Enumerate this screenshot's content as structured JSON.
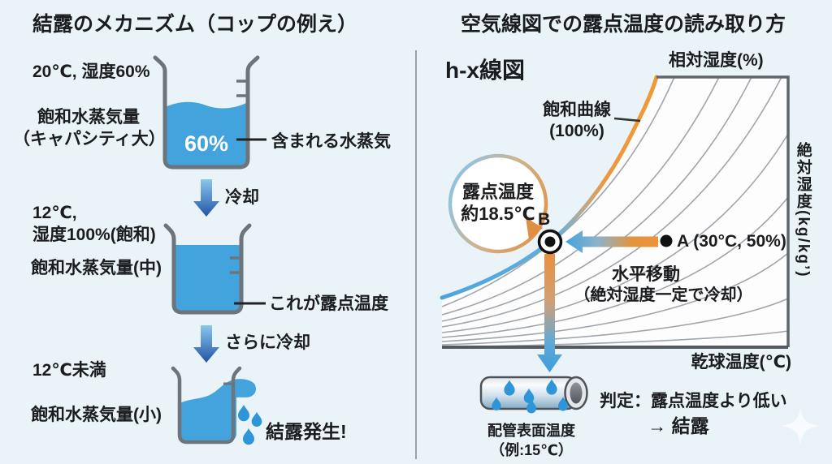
{
  "left": {
    "title": "結露のメカニズム（コップの例え）",
    "s1_condition": "20℃, 湿度60%",
    "s1_cap1": "飽和水蒸気量",
    "s1_cap2": "（キャパシティ大）",
    "s1_water": "60%",
    "s1_callout": "含まれる水蒸気",
    "arrow1": "冷却",
    "s2_cond1": "12℃,",
    "s2_cond2": "湿度100%(飽和)",
    "s2_cap": "飽和水蒸気量(中)",
    "s2_callout": "これが露点温度",
    "arrow2": "さらに冷却",
    "s3_condition": "12℃未満",
    "s3_cap": "飽和水蒸気量(小)",
    "s3_result": "結露発生!"
  },
  "right": {
    "title": "空気線図での露点温度の読み取り方",
    "diagram_label": "h-x線図",
    "top_axis": "相対湿度(%)",
    "right_axis": "絶対湿度(kg/kg’)",
    "bottom_axis": "乾球温度(℃)",
    "sat1": "飽和曲線",
    "sat2": "(100%)",
    "mag1": "露点温度",
    "mag2": "約18.5℃",
    "point_b": "B",
    "point_a": "A (30°C, 50%)",
    "move1": "水平移動",
    "move2": "（絶対湿度一定で冷却）",
    "pipe1": "配管表面温度",
    "pipe2": "（例:15℃）",
    "judge1": "判定：露点温度より低い",
    "judge2": "→ 結露"
  },
  "colors": {
    "background": "#e9f3f8",
    "water_blue": "#43a4dd",
    "beaker_gray": "#6d747b",
    "arrow_blue_dark": "#2353a4",
    "arrow_blue_light": "#82c3ec",
    "saturation_orange": "#ee9538",
    "saturation_blue": "#55abdf",
    "rh_curve_gray": "#a0a6ab",
    "axis_gray": "#575d62",
    "drop_blue": "#2e96d8",
    "text_dark": "#1b1c1e"
  },
  "chart_data": {
    "type": "line",
    "title": "h-x線図 (psychrometric chart)",
    "xlabel": "乾球温度(℃)",
    "ylabel": "絶対湿度(kg/kg’)",
    "top_label": "相対湿度(%)",
    "series": [
      {
        "name": "飽和曲線 (100%)",
        "role": "saturation curve, relative humidity 100%"
      },
      {
        "name": "相対湿度ライン",
        "role": "family of constant relative-humidity curves, unlabeled"
      }
    ],
    "points": [
      {
        "label": "A",
        "dry_bulb_c": 30,
        "relative_humidity_pct": 50
      },
      {
        "label": "B",
        "dew_point_c": 18.5,
        "relative_humidity_pct": 100
      }
    ],
    "annotations": [
      "露点温度 約18.5℃",
      "水平移動（絶対湿度一定で冷却）",
      "配管表面温度（例:15℃）",
      "判定：露点温度より低い → 結露"
    ]
  }
}
